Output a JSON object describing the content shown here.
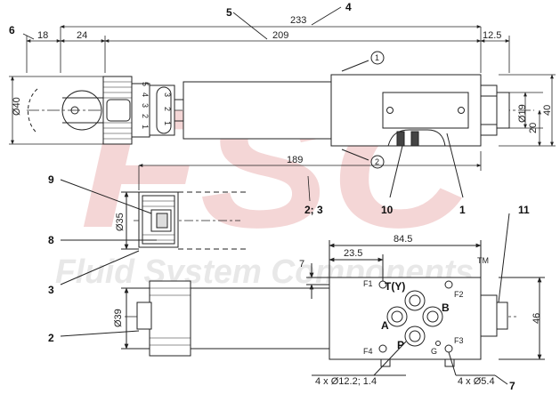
{
  "watermark": {
    "logo_letters": "FSC",
    "company": "Fluid System Components",
    "trademark": "TM",
    "color": "#f2d2d2"
  },
  "dimensions": {
    "overall_length": "233",
    "length_209": "209",
    "width_24": "24",
    "width_18": "18",
    "width_12_5": "12.5",
    "diameter_40": "Ø40",
    "diameter_19": "Ø19",
    "height_20": "20",
    "height_40": "40",
    "length_189": "189",
    "diameter_35": "Ø35",
    "diameter_39": "Ø39",
    "width_84_5": "84.5",
    "width_23_5": "23.5",
    "height_7": "7",
    "height_46": "46",
    "holes_12_2": "4 x Ø12.2; 1.4",
    "holes_5_4": "4 x Ø5.4"
  },
  "callouts": {
    "c1": "1",
    "c2": "2",
    "c3": "3",
    "c4": "4",
    "c5": "5",
    "c6": "6",
    "c7": "7",
    "c8": "8",
    "c9": "9",
    "c10": "10",
    "c11": "11",
    "c2_3": "2; 3"
  },
  "circled_labels": {
    "one": "1",
    "two": "2"
  },
  "scale_digits": [
    "5",
    "4",
    "3",
    "2",
    "1"
  ],
  "dial_digits": [
    "3",
    "2",
    "1"
  ],
  "ports": {
    "t_y": "T(Y)",
    "a": "A",
    "b": "B",
    "p": "P",
    "f1": "F1",
    "f2": "F2",
    "f3": "F3",
    "f4": "F4",
    "g": "G"
  }
}
